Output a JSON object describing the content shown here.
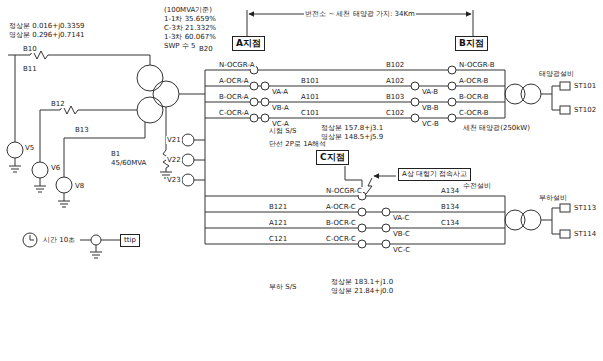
{
  "diagram": {
    "nodes": [
      {
        "text": [
          "A지점"
        ]
      },
      {
        "text": [
          "B지점"
        ]
      },
      {
        "text": [
          "C지점"
        ]
      },
      {
        "text": [
          "A상 대형기 접속사고"
        ]
      },
      {
        "text": [
          "ttip"
        ]
      }
    ],
    "labels": [
      "(100MVA기준)",
      "1-1차 35.659%",
      "C-3차 21.332%",
      "1-3차 60.067%",
      "SWP 수 5",
      "정상분 0.016+j0.3359",
      "영상분 0.296+j0.7141",
      "변전소 ~ 세천 태양광 가지: 34Km",
      "B10",
      "B20",
      "B11",
      "B12",
      "B13",
      "V5",
      "V6",
      "V8",
      "B1",
      "45/60MVA",
      "V21",
      "V22",
      "V23",
      "N-OCGR-A",
      "A-OCR-A",
      "B-OCR-A",
      "C-OCR-A",
      "VA-A",
      "VB-A",
      "VC-A",
      "B101",
      "A101",
      "C101",
      "B102",
      "A102",
      "B103",
      "C102",
      "VA-B",
      "VB-B",
      "VC-B",
      "N-OCGR-B",
      "A-OCR-B",
      "B-OCR-B",
      "C-OCR-B",
      "태양광설비",
      "ST101",
      "ST102",
      "세천 태양광(250kW)",
      "시험 S/S",
      "정상분 157.8+j3.1",
      "영상분 148.5+j5.9",
      "단선 2P로 1A해석",
      "N-OCGR-C",
      "A-OCR-C",
      "B-OCR-C",
      "C-OCR-C",
      "B121",
      "A121",
      "C121",
      "VA-C",
      "VB-C",
      "VC-C",
      "A134",
      "B134",
      "C134",
      "수전설비",
      "부하설비",
      "ST113",
      "ST114",
      "부하 S/S",
      "정상분 183.1+j1.0",
      "영상분 21.84+j0.0",
      "시간 10초"
    ]
  }
}
